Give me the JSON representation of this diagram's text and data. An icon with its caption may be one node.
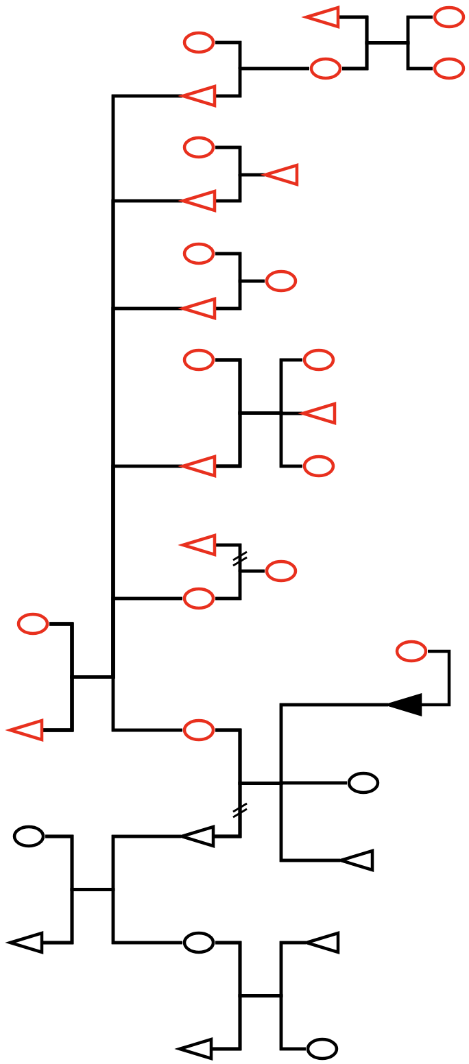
{
  "diagram": {
    "nodes": [
      {
        "text": [],
        "shape": "triangle"
      },
      {
        "text": [],
        "shape": "circle"
      },
      {
        "text": [],
        "shape": "circle"
      },
      {
        "text": [],
        "shape": "circle"
      },
      {
        "text": [],
        "shape": "circle"
      },
      {
        "text": [],
        "shape": "triangle"
      },
      {
        "text": [],
        "shape": "circle"
      },
      {
        "text": [],
        "shape": "triangle"
      },
      {
        "text": [],
        "shape": "triangle"
      },
      {
        "text": [],
        "shape": "circle"
      },
      {
        "text": [],
        "shape": "circle"
      },
      {
        "text": [],
        "shape": "triangle"
      },
      {
        "text": [],
        "shape": "circle"
      },
      {
        "text": [],
        "shape": "circle"
      },
      {
        "text": [],
        "shape": "triangle"
      },
      {
        "text": [],
        "shape": "triangle"
      },
      {
        "text": [],
        "shape": "circle"
      },
      {
        "text": [],
        "shape": "triangle"
      },
      {
        "text": [],
        "shape": "circle"
      },
      {
        "text": [],
        "shape": "circle"
      },
      {
        "text": [],
        "shape": "circle"
      },
      {
        "text": [],
        "shape": "circle"
      },
      {
        "text": [],
        "shape": "triangle"
      },
      {
        "text": [],
        "shape": "circle"
      },
      {
        "text": [],
        "shape": "triangle"
      },
      {
        "text": [],
        "shape": "circle"
      },
      {
        "text": [],
        "shape": "circle"
      },
      {
        "text": [],
        "shape": "triangle"
      },
      {
        "text": [],
        "shape": "triangle"
      },
      {
        "text": [],
        "shape": "circle"
      },
      {
        "text": [],
        "shape": "triangle"
      },
      {
        "text": [],
        "shape": "triangle"
      },
      {
        "text": [],
        "shape": "triangle"
      },
      {
        "text": [],
        "shape": "circle"
      }
    ],
    "edges": [
      {
        "from": 20,
        "to": 24,
        "arrow": "none"
      },
      {
        "from": 20,
        "to": 5,
        "arrow": "none"
      },
      {
        "from": 20,
        "to": 8,
        "arrow": "none"
      },
      {
        "from": 20,
        "to": 11,
        "arrow": "none"
      },
      {
        "from": 20,
        "to": 15,
        "arrow": "none"
      },
      {
        "from": 20,
        "to": 19,
        "arrow": "none"
      },
      {
        "from": 20,
        "to": 23,
        "arrow": "none"
      },
      {
        "from": 24,
        "to": 5,
        "arrow": "none"
      },
      {
        "from": 24,
        "to": 8,
        "arrow": "none"
      },
      {
        "from": 24,
        "to": 11,
        "arrow": "none"
      },
      {
        "from": 24,
        "to": 15,
        "arrow": "none"
      },
      {
        "from": 24,
        "to": 19,
        "arrow": "none"
      },
      {
        "from": 24,
        "to": 23,
        "arrow": "none"
      },
      {
        "from": 2,
        "to": 5,
        "arrow": "none"
      },
      {
        "from": 2,
        "to": 3,
        "arrow": "none"
      },
      {
        "from": 5,
        "to": 3,
        "arrow": "none"
      },
      {
        "from": 0,
        "to": 3,
        "arrow": "none"
      },
      {
        "from": 0,
        "to": 1,
        "arrow": "none"
      },
      {
        "from": 0,
        "to": 4,
        "arrow": "none"
      },
      {
        "from": 3,
        "to": 1,
        "arrow": "none"
      },
      {
        "from": 3,
        "to": 4,
        "arrow": "none"
      },
      {
        "from": 6,
        "to": 8,
        "arrow": "none"
      },
      {
        "from": 6,
        "to": 7,
        "arrow": "none"
      },
      {
        "from": 8,
        "to": 7,
        "arrow": "none"
      },
      {
        "from": 9,
        "to": 11,
        "arrow": "none"
      },
      {
        "from": 9,
        "to": 10,
        "arrow": "none"
      },
      {
        "from": 11,
        "to": 10,
        "arrow": "none"
      },
      {
        "from": 12,
        "to": 15,
        "arrow": "none"
      },
      {
        "from": 12,
        "to": 13,
        "arrow": "none"
      },
      {
        "from": 12,
        "to": 14,
        "arrow": "none"
      },
      {
        "from": 12,
        "to": 16,
        "arrow": "none"
      },
      {
        "from": 15,
        "to": 13,
        "arrow": "none"
      },
      {
        "from": 15,
        "to": 14,
        "arrow": "none"
      },
      {
        "from": 15,
        "to": 16,
        "arrow": "none"
      },
      {
        "from": 17,
        "to": 19,
        "arrow": "none"
      },
      {
        "from": 17,
        "to": 18,
        "arrow": "none"
      },
      {
        "from": 19,
        "to": 18,
        "arrow": "none"
      },
      {
        "from": 23,
        "to": 27,
        "arrow": "none"
      },
      {
        "from": 23,
        "to": 22,
        "arrow": "none"
      },
      {
        "from": 23,
        "to": 25,
        "arrow": "none"
      },
      {
        "from": 23,
        "to": 28,
        "arrow": "none"
      },
      {
        "from": 27,
        "to": 22,
        "arrow": "none"
      },
      {
        "from": 27,
        "to": 25,
        "arrow": "none"
      },
      {
        "from": 27,
        "to": 28,
        "arrow": "none"
      },
      {
        "from": 22,
        "to": 21,
        "arrow": "none"
      },
      {
        "from": 26,
        "to": 30,
        "arrow": "none"
      },
      {
        "from": 26,
        "to": 27,
        "arrow": "none"
      },
      {
        "from": 26,
        "to": 29,
        "arrow": "none"
      },
      {
        "from": 30,
        "to": 27,
        "arrow": "none"
      },
      {
        "from": 30,
        "to": 29,
        "arrow": "none"
      },
      {
        "from": 29,
        "to": 32,
        "arrow": "none"
      },
      {
        "from": 29,
        "to": 31,
        "arrow": "none"
      },
      {
        "from": 29,
        "to": 33,
        "arrow": "none"
      },
      {
        "from": 32,
        "to": 31,
        "arrow": "none"
      },
      {
        "from": 32,
        "to": 33,
        "arrow": "none"
      }
    ]
  }
}
